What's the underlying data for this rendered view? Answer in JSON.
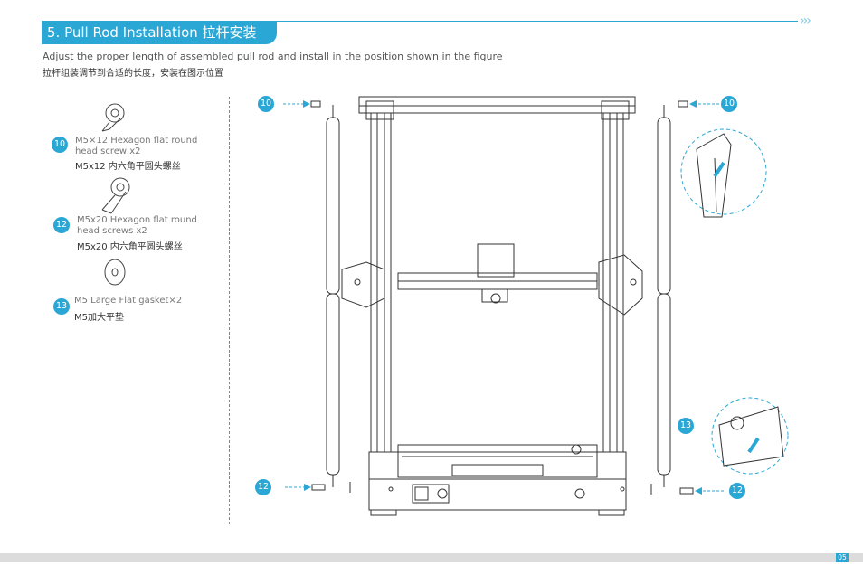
{
  "header": {
    "title": "5. Pull Rod Installation 拉杆安装",
    "arrows": "›››"
  },
  "intro": {
    "en": "Adjust the proper length of assembled pull rod and install in the position shown in the figure",
    "zh": "拉杆组装调节到合适的长度，安装在图示位置"
  },
  "parts": [
    {
      "number": "10",
      "name_en_line1": "M5×12 Hexagon flat round",
      "name_en_line2": "head screw x2",
      "name_zh": "M5x12 内六角平圆头螺丝"
    },
    {
      "number": "12",
      "name_en_line1": "M5x20 Hexagon flat round",
      "name_en_line2": "head screws x2",
      "name_zh": "M5x20 内六角平圆头螺丝"
    },
    {
      "number": "13",
      "name_en_line1": "M5 Large Flat gasket×2",
      "name_en_line2": "",
      "name_zh": "M5加大平垫"
    }
  ],
  "callouts": {
    "top_left": "10",
    "top_right": "10",
    "bottom_left": "12",
    "bottom_right": "12",
    "detail": "13"
  },
  "footer": {
    "page_number": "05"
  },
  "colors": {
    "accent": "#2ba7d6",
    "line": "#333333"
  }
}
